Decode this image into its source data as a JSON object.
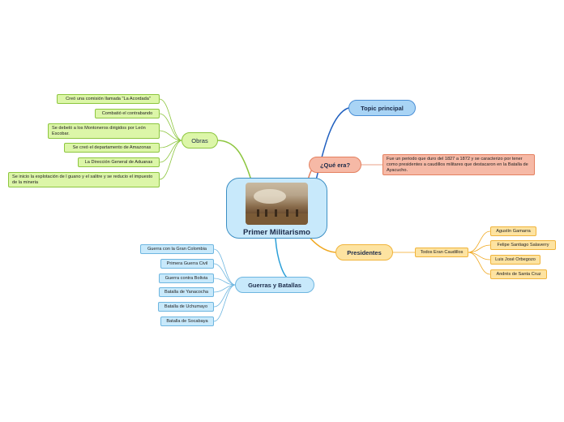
{
  "root": {
    "title": "Primer Militarismo",
    "image": "battle-painting"
  },
  "topic_principal": "Topic principal",
  "que_era": {
    "label": "¿Qué era?",
    "description": "Fue un periodo que duro del 1827 a 1872 y se caracterizo por tener como presidentes a caudillos militares que destacaron en la Batalla de Ayacucho."
  },
  "obras": {
    "label": "Obras",
    "items": [
      "Creó una comisión llamada \"La Acordada\"",
      "Combatió el contrabando",
      "Se debeló a los Montoneros dirigidos por León Escobar.",
      "Se creó el departamento de Amazonas",
      "La Dirección General de Aduanas",
      "Se inicio la explotación de l guano y el salitre y se reducio el impuesto de la mineria"
    ]
  },
  "presidentes": {
    "label": "Presidentes",
    "summary": "Todos Eran Caudillos",
    "items": [
      "Agustín Gamarra",
      "Felipe Santiago Salaverry",
      "Luis José Orbegozo",
      "Andrés de Santa Cruz"
    ]
  },
  "guerras": {
    "label": "Guerras y Batallas",
    "items": [
      "Guerra con la Gran Colombia",
      "Primera Guerra Civil",
      "Guerra contra Bolivia",
      "Batalla de Yanacocha",
      "Batalla de Uchumayo",
      "Batalla de Socabaya"
    ]
  },
  "colors": {
    "obras": "#8dc63f",
    "topic": "#1f5fbf",
    "que_era": "#e4805f",
    "presidentes": "#f0a820",
    "guerras": "#2a9fd8"
  }
}
